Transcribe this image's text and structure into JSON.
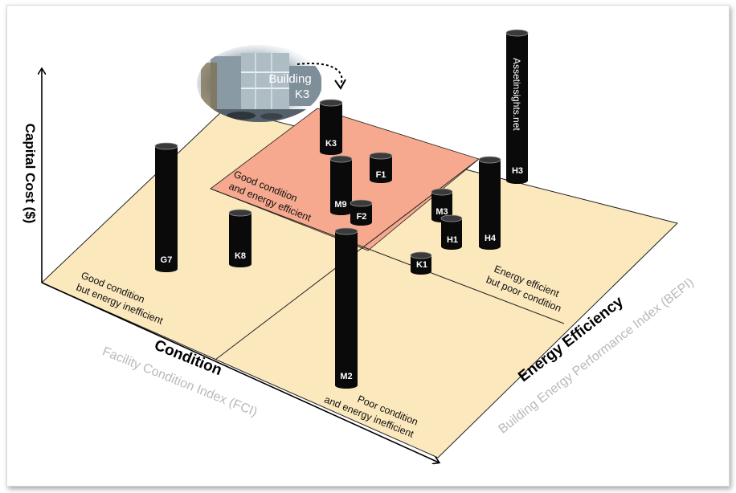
{
  "axes": {
    "vertical": "Capital Cost ($)",
    "condition": "Condition",
    "condition_sub": "Facility Condition Index (FCI)",
    "energy": "Energy Efficiency",
    "energy_sub": "Building Energy Performance Index (BEPI)"
  },
  "quadrants": {
    "good_efficient": [
      "Good condition",
      "and energy efficient"
    ],
    "good_inefficient": [
      "Good condition",
      "but energy inefficient"
    ],
    "efficient_poor": [
      "Energy efficient",
      "but poor condition"
    ],
    "poor_inefficient": [
      "Poor condition",
      "and energy inefficient"
    ]
  },
  "callout": {
    "line1": "Building",
    "line2": "K3"
  },
  "watermark": "Assetinsights.net",
  "colors": {
    "floor": "#fbe8bd",
    "highlight": "#f6a98e",
    "cylinder": "#0a0a0a",
    "subtitle": "#b9b9b9"
  },
  "buildings": [
    "K3",
    "F1",
    "M9",
    "F2",
    "M3",
    "H1",
    "H4",
    "H3",
    "K1",
    "G7",
    "K8",
    "M2"
  ]
}
